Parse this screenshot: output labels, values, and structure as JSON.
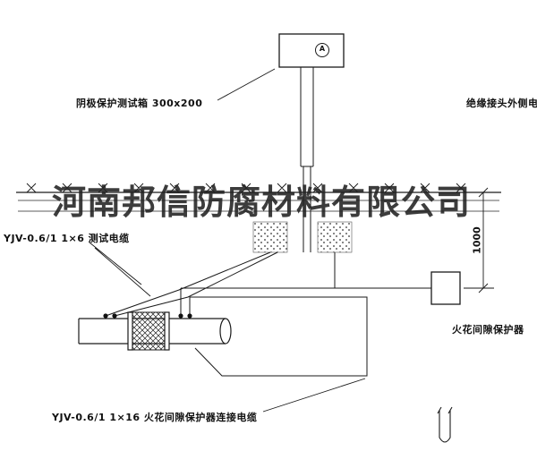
{
  "drawing": {
    "watermark": "河南邦信防腐材料有限公司",
    "labels": {
      "test_box": "阴极保护测试箱 300x200",
      "insulated_joint_cable": "绝缘接头外侧电缆",
      "test_cable": "YJV-0.6/1 1×6  测试电缆",
      "spark_gap_protector": "火花间隙保护器",
      "spark_gap_cable": "YJV-0.6/1 1×16  火花间隙保护器连接电缆",
      "dimension": "1000",
      "meter": "A"
    },
    "colors": {
      "line": "#1a1a1a",
      "background": "#ffffff",
      "watermark": "#222222"
    }
  }
}
